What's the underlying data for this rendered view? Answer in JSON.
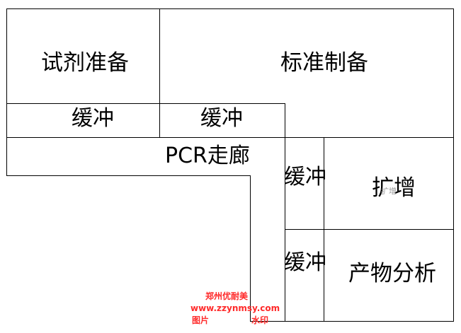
{
  "diagram": {
    "rooms": {
      "reagent_prep": "试剂准备",
      "standard_prep": "标准制备",
      "buffer_1": "缓冲",
      "buffer_2": "缓冲",
      "pcr_corridor": "PCR走廊",
      "buffer_3": "缓冲",
      "amplification": "扩增",
      "buffer_4": "缓冲",
      "product_analysis": "产物分析"
    },
    "watermark": {
      "line1": "郑州优耐美",
      "line2": "www.zzynmsy.com",
      "line3_left": "图片",
      "line3_right": "水印"
    },
    "ghost_text": {
      "amp": "扩增"
    },
    "colors": {
      "line": "#000000",
      "background": "#ffffff",
      "watermark": "#ff2a2a"
    }
  }
}
